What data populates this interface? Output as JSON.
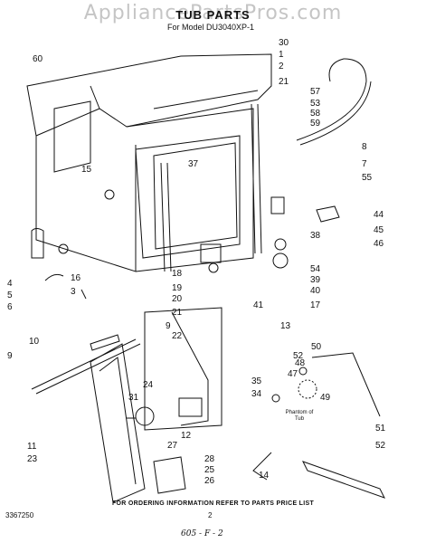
{
  "watermark": "AppliancePartsPros.com",
  "title": "TUB PARTS",
  "subtitle": "For Model DU3040XP-1",
  "callouts": [
    "60",
    "30",
    "1",
    "2",
    "21",
    "57",
    "53",
    "58",
    "59",
    "8",
    "7",
    "55",
    "15",
    "37",
    "44",
    "45",
    "46",
    "38",
    "54",
    "39",
    "40",
    "17",
    "16",
    "4",
    "5",
    "6",
    "3",
    "18",
    "19",
    "20",
    "41",
    "21",
    "22",
    "9",
    "13",
    "10",
    "9",
    "24",
    "31",
    "27",
    "12",
    "50",
    "52",
    "47",
    "48",
    "35",
    "34",
    "49",
    "11",
    "23",
    "28",
    "25",
    "26",
    "14",
    "51",
    "52"
  ],
  "phantom_label": "Phantom of Tub",
  "footer": "FOR ORDERING INFORMATION REFER TO PARTS PRICE LIST",
  "doc_number": "3367250",
  "page_number": "2",
  "revision": "605 - F - 2"
}
